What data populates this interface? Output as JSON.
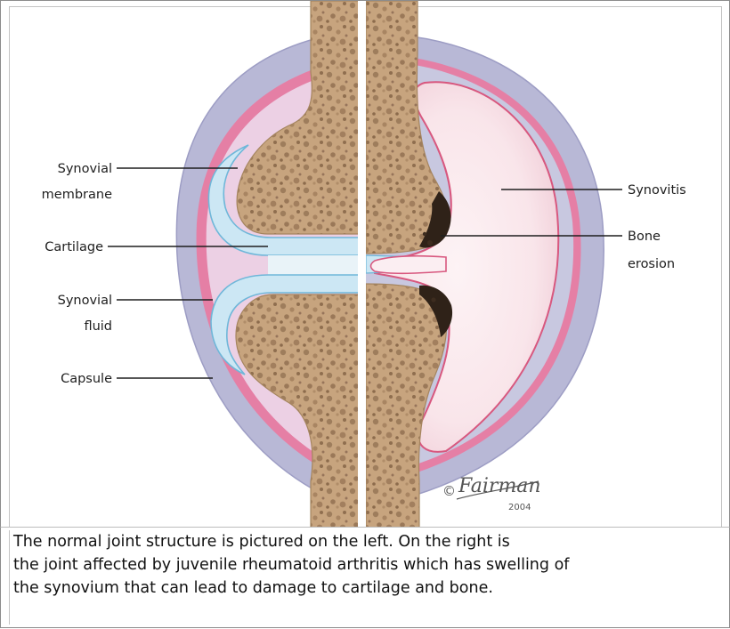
{
  "labels": {
    "synovial_membrane": [
      "Synovial",
      "membrane"
    ],
    "cartilage": "Cartilage",
    "synovial_fluid": [
      "Synovial",
      "fluid"
    ],
    "capsule": "Capsule",
    "synovitis": "Synovitis",
    "bone_erosion": [
      "Bone",
      "erosion"
    ]
  },
  "signature": {
    "symbol": "©",
    "artist": "Fairman",
    "year": "2004"
  },
  "caption": {
    "lines": [
      "The normal joint structure is pictured on the left. On the right is",
      "the joint affected by juvenile rheumatoid arthritis which has swelling of",
      "the synovium that can lead to damage to cartilage and bone."
    ]
  },
  "colors": {
    "capsule": "#b8b8d6",
    "synovial_membrane": "#e57fa5",
    "synovial_fluid": "#ecd0e4",
    "cartilage": "#cce7f4",
    "bone": "#c7a47e",
    "synovitis": "#f9e5ea",
    "erosion": "#2f2218"
  }
}
